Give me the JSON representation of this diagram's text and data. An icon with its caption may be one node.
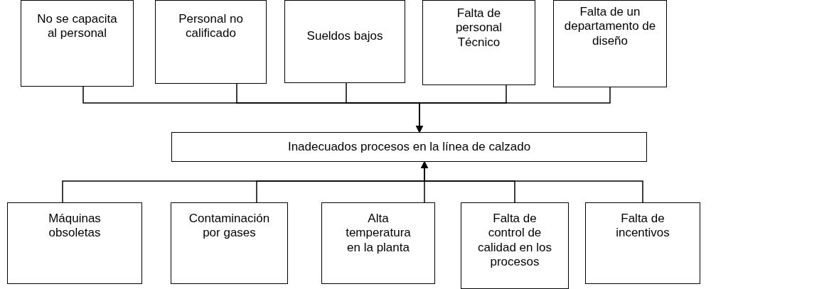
{
  "diagram": {
    "nodes": [
      {
        "text": [
          "No se capacita al personal"
        ]
      },
      {
        "text": [
          "Personal no calificado"
        ]
      },
      {
        "text": [
          "Sueldos bajos"
        ]
      },
      {
        "text": [
          "Falta de personal Técnico"
        ]
      },
      {
        "text": [
          "Falta de un departamento de diseño"
        ]
      },
      {
        "text": [
          "Inadecuados procesos en la línea de calzado"
        ]
      },
      {
        "text": [
          "Máquinas obsoletas"
        ]
      },
      {
        "text": [
          "Contaminación por gases"
        ]
      },
      {
        "text": [
          "Alta temperatura en la planta"
        ]
      },
      {
        "text": [
          "Falta de control de calidad en los procesos"
        ]
      },
      {
        "text": [
          "Falta de incentivos"
        ]
      }
    ],
    "edges": [
      {
        "from": 0,
        "to": 5,
        "arrow": "to"
      },
      {
        "from": 1,
        "to": 5,
        "arrow": "to"
      },
      {
        "from": 2,
        "to": 5,
        "arrow": "to"
      },
      {
        "from": 3,
        "to": 5,
        "arrow": "to"
      },
      {
        "from": 4,
        "to": 5,
        "arrow": "to"
      },
      {
        "from": 6,
        "to": 5,
        "arrow": "to"
      },
      {
        "from": 7,
        "to": 5,
        "arrow": "to"
      },
      {
        "from": 8,
        "to": 5,
        "arrow": "to"
      },
      {
        "from": 9,
        "to": 5,
        "arrow": "to"
      },
      {
        "from": 10,
        "to": 5,
        "arrow": "to"
      }
    ]
  }
}
